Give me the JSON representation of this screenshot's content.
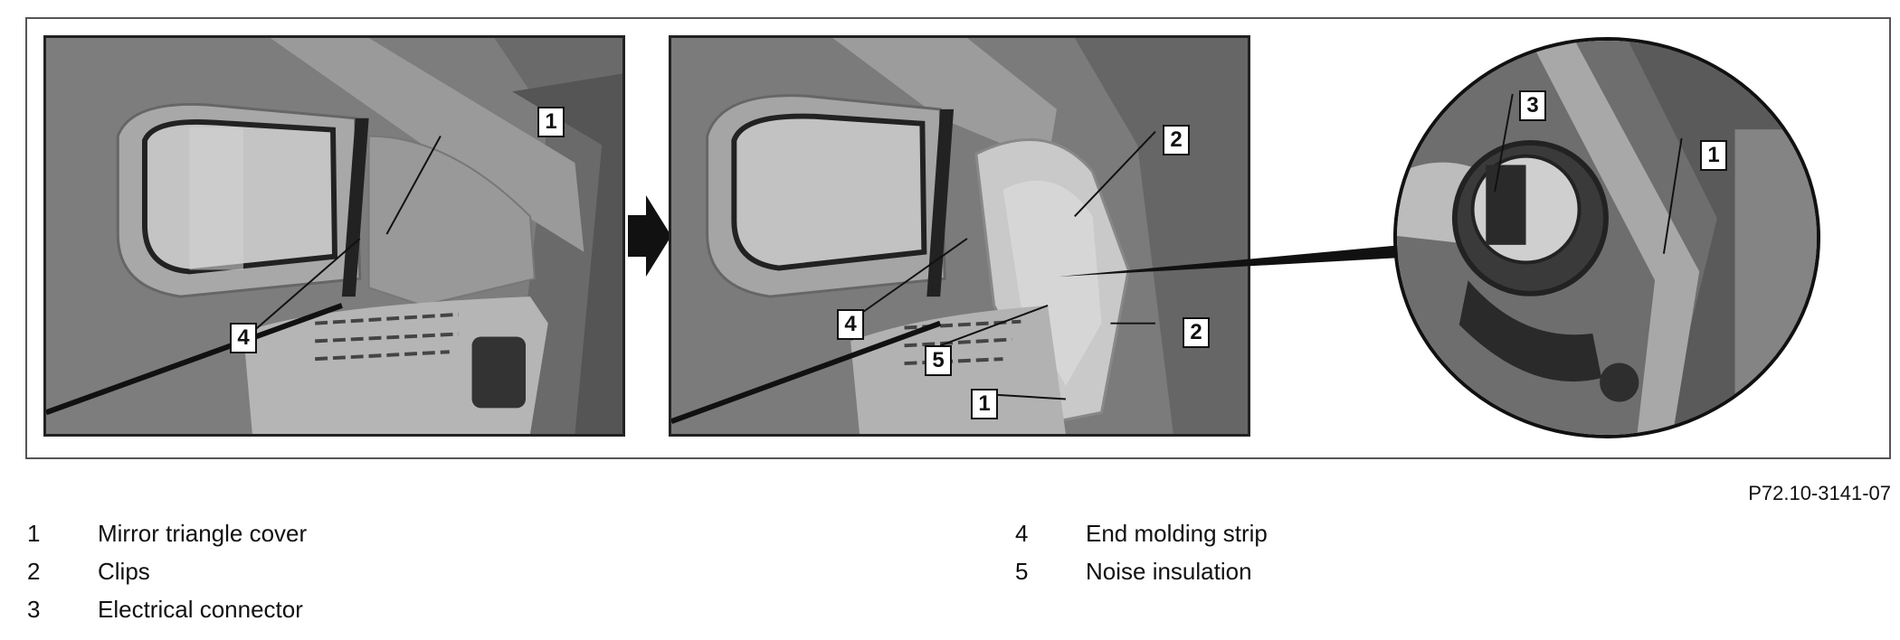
{
  "figure": {
    "id": "P72.10-3141-07",
    "callouts_photo1": [
      "1",
      "4"
    ],
    "callouts_photo2": [
      "2",
      "4",
      "5",
      "2",
      "1"
    ],
    "callouts_detail": [
      "3",
      "1"
    ]
  },
  "legend": [
    {
      "num": "1",
      "text": "Mirror triangle cover"
    },
    {
      "num": "2",
      "text": "Clips"
    },
    {
      "num": "3",
      "text": "Electrical connector"
    },
    {
      "num": "4",
      "text": "End molding strip"
    },
    {
      "num": "5",
      "text": "Noise insulation"
    }
  ],
  "colors": {
    "frame": "#555555",
    "photo_bg": "#8c8c8c",
    "mirror_glass": "#b9b9b9",
    "callout_border": "#111111"
  }
}
